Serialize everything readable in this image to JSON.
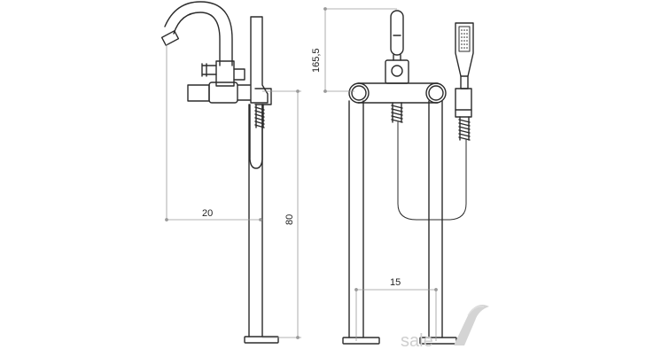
{
  "dimensions": {
    "spout_reach": "20",
    "total_height": "80",
    "top_height": "165,5",
    "leg_spacing": "15"
  },
  "watermark": {
    "text": "sale"
  },
  "colors": {
    "line": "#2b2b2b",
    "dim_line": "#9a9a9a",
    "watermark": "#cfcfcf"
  }
}
